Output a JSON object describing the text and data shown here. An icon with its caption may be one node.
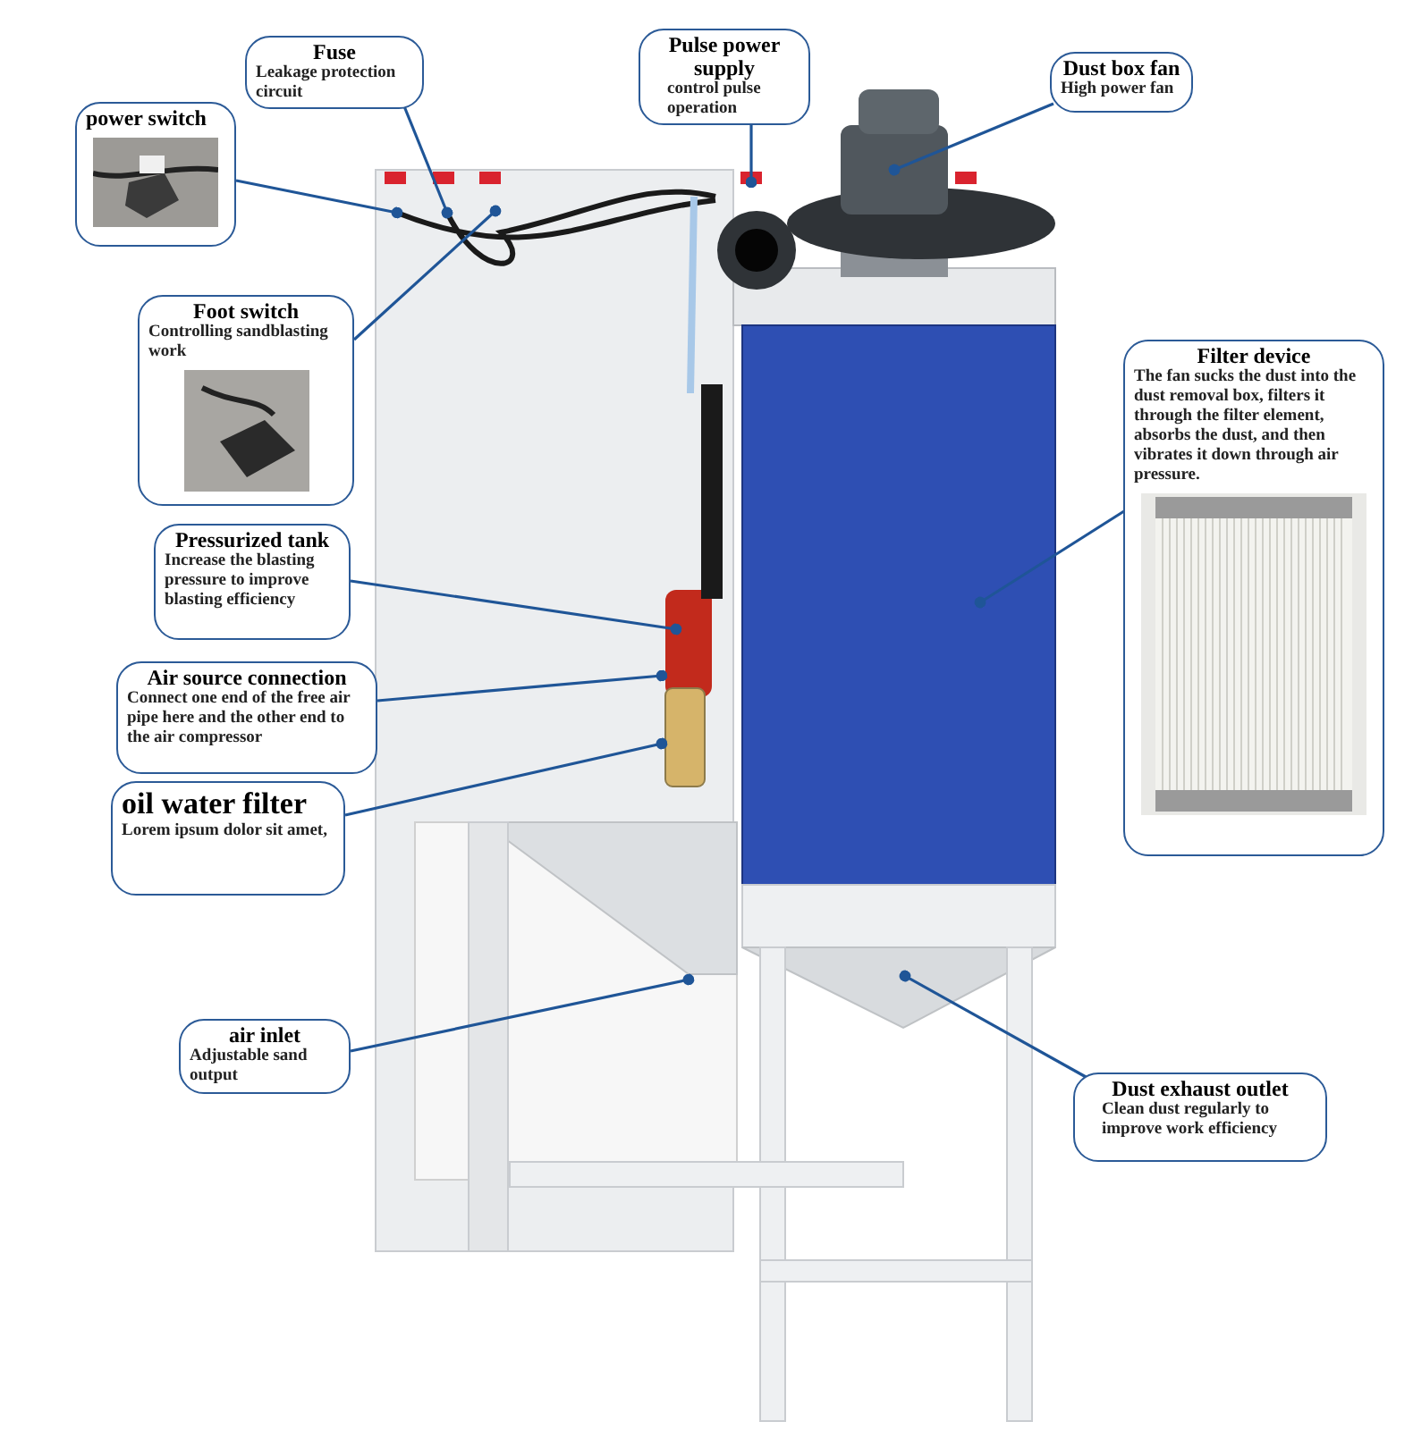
{
  "diagram": {
    "nodes": [
      {
        "text": [
          "Fuse",
          "Leakage protection circuit"
        ]
      },
      {
        "text": [
          "Pulse power supply",
          "control pulse operation"
        ]
      },
      {
        "text": [
          "Dust box fan",
          "High power fan"
        ]
      },
      {
        "text": [
          "power switch"
        ]
      },
      {
        "text": [
          "Foot switch",
          "Controlling sandblasting work"
        ]
      },
      {
        "text": [
          "Filter device",
          "The fan sucks the dust into the dust removal box, filters it through the filter element, absorbs the dust, and then vibrates it down through air pressure."
        ]
      },
      {
        "text": [
          "Pressurized tank",
          "Increase the blasting pressure to improve blasting efficiency"
        ]
      },
      {
        "text": [
          "Air source connection",
          "Connect one end of the free air pipe here and the other end to the air compressor"
        ]
      },
      {
        "text": [
          "oil water filter",
          "Lorem ipsum dolor sit amet,"
        ]
      },
      {
        "text": [
          "air inlet",
          "Adjustable sand output"
        ]
      },
      {
        "text": [
          "Dust exhaust outlet",
          "Clean dust regularly to improve work efficiency"
        ]
      }
    ],
    "edges": [
      {
        "from": 0,
        "to": null,
        "arrow": "other"
      },
      {
        "from": 1,
        "to": null,
        "arrow": "other"
      },
      {
        "from": 2,
        "to": null,
        "arrow": "other"
      },
      {
        "from": 3,
        "to": null,
        "arrow": "other"
      },
      {
        "from": 4,
        "to": null,
        "arrow": "other"
      },
      {
        "from": 5,
        "to": null,
        "arrow": "other"
      },
      {
        "from": 6,
        "to": null,
        "arrow": "other"
      },
      {
        "from": 7,
        "to": null,
        "arrow": "other"
      },
      {
        "from": 8,
        "to": null,
        "arrow": "other"
      },
      {
        "from": 9,
        "to": null,
        "arrow": "other"
      },
      {
        "from": 10,
        "to": null,
        "arrow": "other"
      }
    ]
  }
}
